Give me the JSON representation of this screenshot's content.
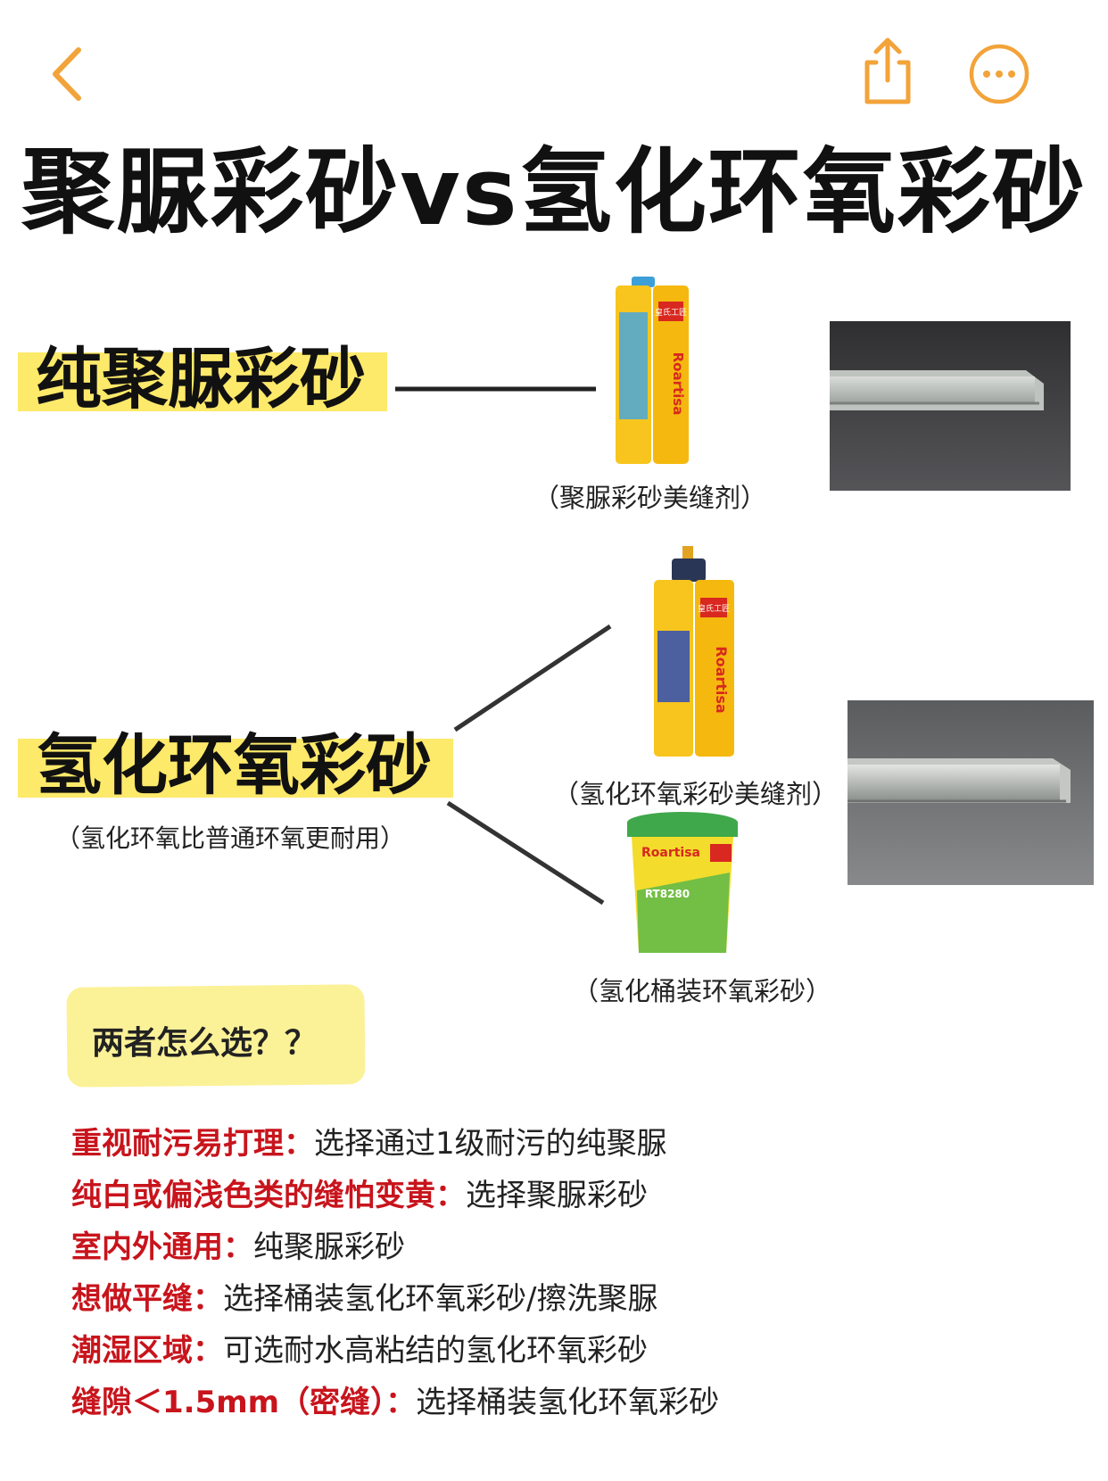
{
  "icons": {
    "back": "chevron-left-icon",
    "share": "share-icon",
    "more": "more-dots-icon"
  },
  "colors": {
    "accent": "#f2a33a",
    "highlight": "#fde96a",
    "question_bg": "#fbf197",
    "key_red": "#c8141c"
  },
  "title": "聚脲彩砂vs氢化环氧彩砂",
  "polyurea": {
    "label": "纯聚脲彩砂",
    "product_caption": "（聚脲彩砂美缝剂）"
  },
  "epoxy": {
    "label": "氢化环氧彩砂",
    "note": "（氢化环氧比普通环氧更耐用）",
    "tube_caption": "（氢化环氧彩砂美缝剂）",
    "bucket_caption": "（氢化桶装环氧彩砂）"
  },
  "product_text": {
    "brand": "Roartisa",
    "brand_cn": "皇氏工匠",
    "bucket_model": "RT8280"
  },
  "question": "两者怎么选？？",
  "tips": [
    {
      "key": "重视耐污易打理：",
      "value": "选择通过1级耐污的纯聚脲"
    },
    {
      "key": "纯白或偏浅色类的缝怕变黄：",
      "value": "选择聚脲彩砂"
    },
    {
      "key": "室内外通用：",
      "value": "纯聚脲彩砂"
    },
    {
      "key": "想做平缝：",
      "value": "选择桶装氢化环氧彩砂/擦洗聚脲"
    },
    {
      "key": "潮湿区域：",
      "value": "可选耐水高粘结的氢化环氧彩砂"
    },
    {
      "key": "缝隙＜1.5mm（密缝）：",
      "value": "选择桶装氢化环氧彩砂"
    }
  ]
}
